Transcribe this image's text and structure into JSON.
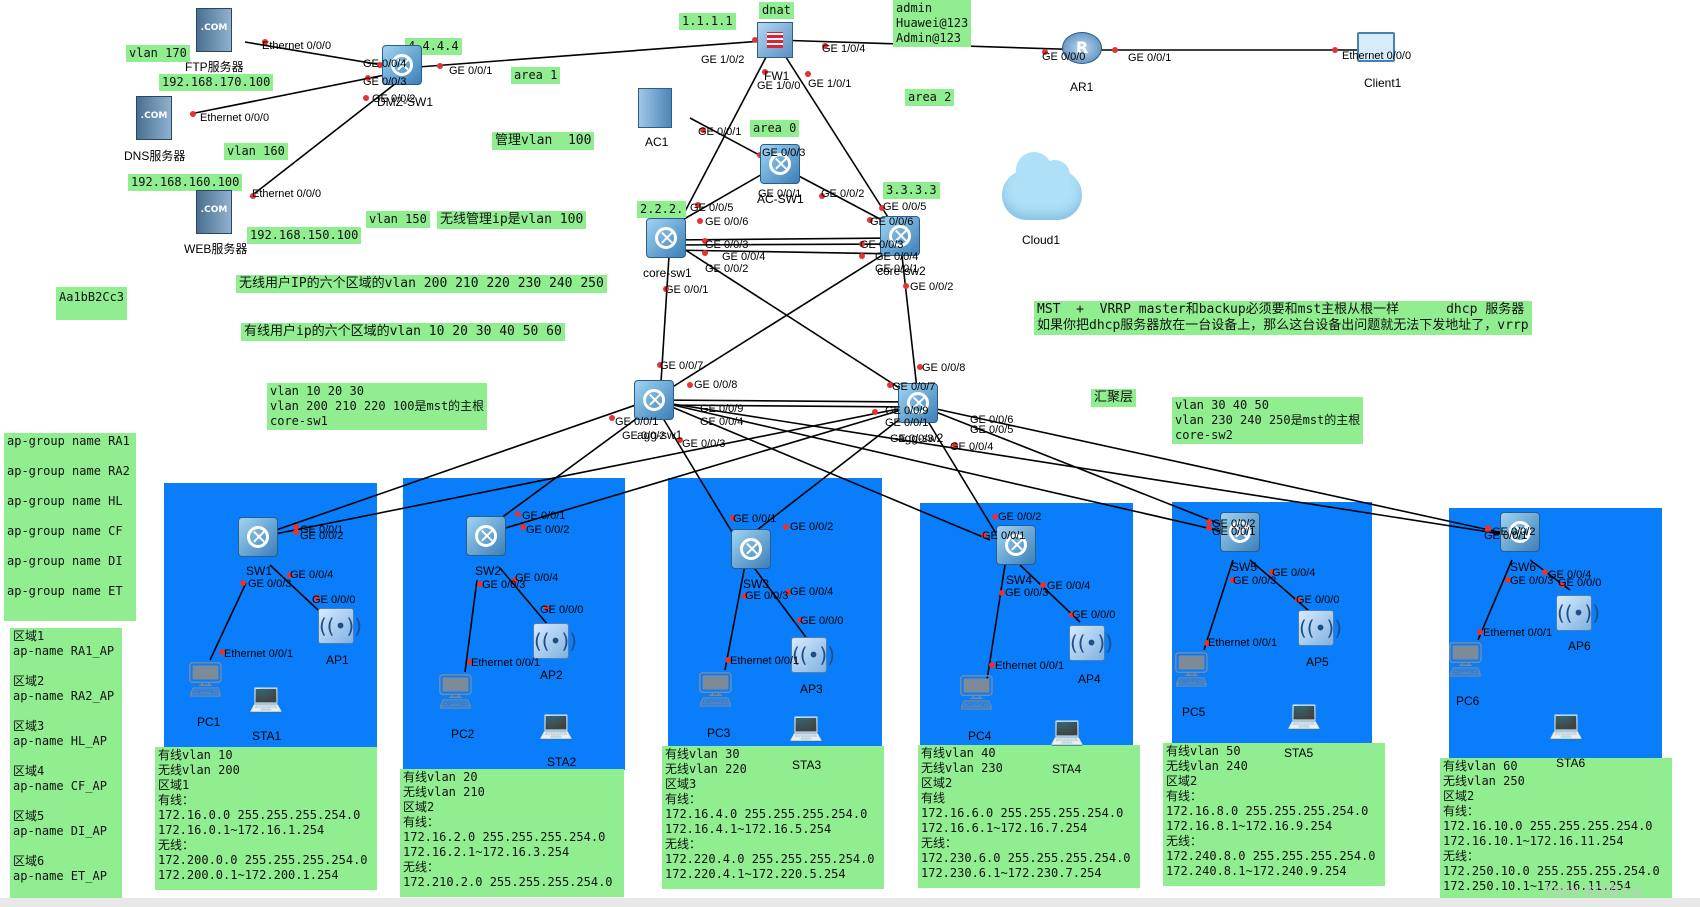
{
  "notes": {
    "ip_1111": "1.1.1.1",
    "dnat": "dnat",
    "admin": "admin\nHuawei@123\nAdmin@123",
    "ip_4444": "4.4.4.4",
    "vlan170": "vlan 170",
    "ip170": "192.168.170.100",
    "area1": "area 1",
    "area2": "area 2",
    "area0": "area 0",
    "vlan160": "vlan 160",
    "ip160": "192.168.160.100",
    "mgmt_vlan": "管理vlan  100",
    "ip_3333": "3.3.3.3",
    "ip_2222": "2.2.2.",
    "vlan150": "vlan 150",
    "wireless_mgmt": "无线管理ip是vlan 100",
    "ip150": "192.168.150.100",
    "wireless_user_vlans": "无线用户IP的六个区域的vlan 200 210 220 230 240 250",
    "password": "Aa1bB2Cc3",
    "wired_user_vlans": "有线用户ip的六个区域的vlan 10 20 30 40 50 60",
    "mst_note": "MST  +  VRRP master和backup必须要和mst主根从根一样      dhcp 服务器\n如果你把dhcp服务器放在一台设备上，那么这台设备出问题就无法下发地址了，vrrp",
    "core1_root": "vlan 10 20 30\nvlan 200 210 220 100是mst的主根\ncore-sw1",
    "agg_layer": "汇聚层",
    "core2_root": "vlan 30 40 50\nvlan 230 240 250是mst的主根\ncore-sw2",
    "ap_groups": "ap-group name RA1\n\nap-group name RA2\n\nap-group name HL\n\nap-group name CF\n\nap-group name DI\n\nap-group name ET",
    "ap_names": "区域1\nap-name RA1_AP\n\n区域2\nap-name RA2_AP\n\n区域3\nap-name HL_AP\n\n区域4\nap-name CF_AP\n\n区域5\nap-name DI_AP\n\n区域6\nap-name ET_AP",
    "z1": "有线vlan 10\n无线vlan 200\n区域1\n有线：\n172.16.0.0 255.255.255.254.0\n172.16.0.1~172.16.1.254\n无线：\n172.200.0.0 255.255.255.254.0\n172.200.0.1~172.200.1.254",
    "z2": "有线vlan 20\n无线vlan 210\n区域2\n有线：\n172.16.2.0 255.255.255.254.0\n172.16.2.1~172.16.3.254\n无线：\n172.210.2.0 255.255.255.254.0",
    "z3": "有线vlan 30\n无线vlan 220\n区域3\n有线：\n172.16.4.0 255.255.255.254.0\n172.16.4.1~172.16.5.254\n无线：\n172.220.4.0 255.255.255.254.0\n172.220.4.1~172.220.5.254",
    "z4": "有线vlan 40\n无线vlan 230\n区域2\n有线\n172.16.6.0 255.255.255.254.0\n172.16.6.1~172.16.7.254\n无线：\n172.230.6.0 255.255.255.254.0\n172.230.6.1~172.230.7.254",
    "z5": "有线vlan 50\n无线vlan 240\n区域2\n有线：\n172.16.8.0 255.255.255.254.0\n172.16.8.1~172.16.9.254\n无线：\n172.240.8.0 255.255.255.254.0\n172.240.8.1~172.240.9.254",
    "z6": "有线vlan 60\n无线vlan 250\n区域2\n有线：\n172.16.10.0 255.255.255.254.0\n172.16.10.1~172.16.11.254\n无线：\n172.250.10.0 255.255.255.254.0\n172.250.10.1~172.16.11.254"
  },
  "devices": {
    "ftp": "FTP服务器",
    "dns": "DNS服务器",
    "web": "WEB服务器",
    "fw1": "FW1",
    "ar1": "AR1",
    "client1": "Client1",
    "ac1": "AC1",
    "ac_sw1": "AC-SW1",
    "cloud1": "Cloud1",
    "core_sw1": "core-sw1",
    "core_sw2": "core-sw2",
    "agg_sw1": "agg-sw1",
    "agg_sw2": "agg-sw2",
    "dmz_sw1": "DMZ-SW1",
    "sw1": "SW1",
    "sw2": "SW2",
    "sw3": "SW3",
    "sw4": "SW4",
    "sw5": "SW5",
    "sw6": "SW6",
    "ap1": "AP1",
    "ap2": "AP2",
    "ap3": "AP3",
    "ap4": "AP4",
    "ap5": "AP5",
    "ap6": "AP6",
    "pc1": "PC1",
    "pc2": "PC2",
    "pc3": "PC3",
    "pc4": "PC4",
    "pc5": "PC5",
    "pc6": "PC6",
    "sta1": "STA1",
    "sta2": "STA2",
    "sta3": "STA3",
    "sta4": "STA4",
    "sta5": "STA5",
    "sta6": "STA6"
  },
  "ports": {
    "ge000": "GE 0/0/0",
    "ge001": "GE 0/0/1",
    "ge002": "GE 0/0/2",
    "ge003": "GE 0/0/3",
    "ge004": "GE 0/0/4",
    "ge005": "GE 0/0/5",
    "ge006": "GE 0/0/6",
    "ge007": "GE 0/0/7",
    "ge008": "GE 0/0/8",
    "ge009": "GE 0/0/9",
    "ge100": "GE 1/0/0",
    "ge101": "GE 1/0/1",
    "ge102": "GE 1/0/2",
    "ge104": "GE 1/0/4",
    "eth000": "Ethernet 0/0/0",
    "eth001": "Ethernet 0/0/1"
  },
  "icons": {
    "server_text": ".COM",
    "router_text": "R"
  },
  "colors": {
    "zone": "#0a7dfb",
    "note": "#90ee90",
    "link": "#000000",
    "port_dot": "#e53333"
  },
  "watermark": "CSDN @白帽小丑"
}
